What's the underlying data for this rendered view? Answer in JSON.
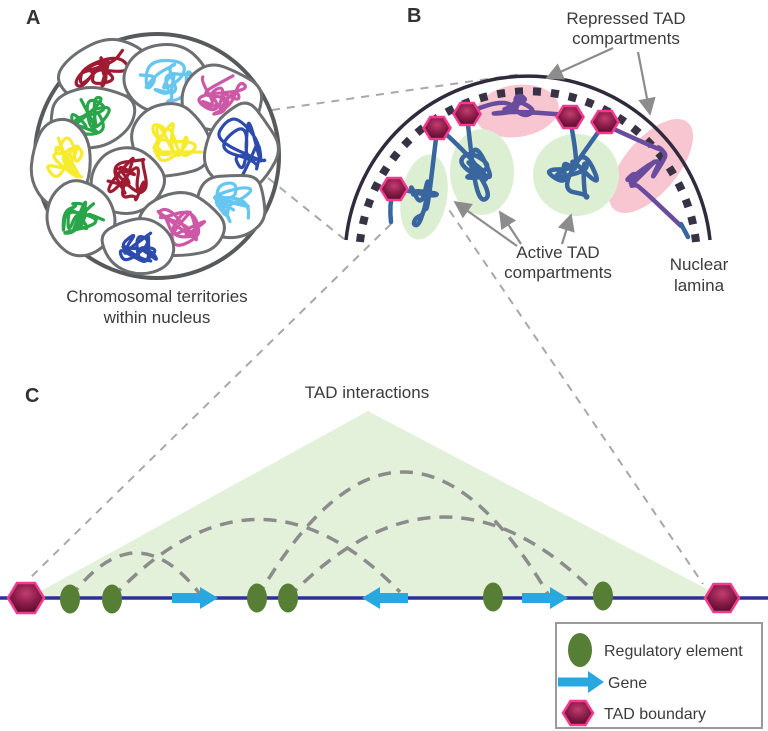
{
  "panels": {
    "a": {
      "label": "A",
      "caption": [
        "Chromosomal territories",
        "within nucleus"
      ]
    },
    "b": {
      "label": "B",
      "annotations": {
        "repressed": [
          "Repressed TAD",
          "compartments"
        ],
        "active": [
          "Active TAD",
          "compartments"
        ],
        "lamina": [
          "Nuclear",
          "lamina"
        ]
      }
    },
    "c": {
      "label": "C",
      "title": "TAD interactions"
    }
  },
  "legend": {
    "items": [
      {
        "icon": "regulatory-element-icon",
        "label": "Regulatory element"
      },
      {
        "icon": "gene-arrow-icon",
        "label": "Gene"
      },
      {
        "icon": "tad-boundary-icon",
        "label": "TAD boundary"
      }
    ]
  },
  "colors": {
    "chromosome_maroon": "#9e1b32",
    "chromosome_green": "#29a54a",
    "chromosome_yellow": "#f7eb2e",
    "chromosome_sky": "#66c6ef",
    "chromosome_orchid": "#cd58a5",
    "chromosome_royal": "#2d4aad",
    "chain_blue": "#3a66a0",
    "chain_purple": "#6a4c9f",
    "active_compartment_green": "#ddefd2",
    "repressed_compartment_pink": "#f8c6d0",
    "nuclear_lamina_dark": "#322d40",
    "gene_arrow_blue": "#29a8e0",
    "dna_line_indigo": "#2e3192",
    "regulatory_element_green": "#567e35",
    "tad_boundary_fill": "#6b1034",
    "tad_boundary_stroke": "#f23a8f",
    "interaction_arc_gray": "#8c8c8c",
    "connector_gray": "#a8a8a8",
    "triangle_green": "#e4f1da",
    "text_dark": "#3b3b3b"
  }
}
